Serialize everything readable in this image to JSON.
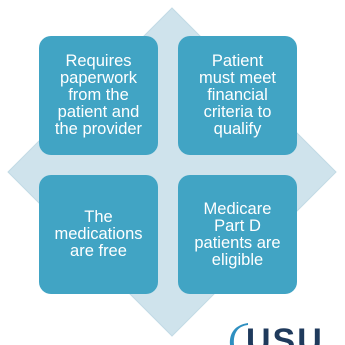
{
  "diagram": {
    "quadrants": [
      {
        "lines": [
          "Requires",
          "paperwork",
          "from the",
          "patient and",
          "the provider"
        ]
      },
      {
        "lines": [
          "Patient",
          "must meet",
          "financial",
          "criteria to",
          "qualify"
        ]
      },
      {
        "lines": [
          "The",
          "medications",
          "are free"
        ]
      },
      {
        "lines": [
          "Medicare",
          "Part D",
          "patients are",
          "eligible"
        ]
      }
    ]
  },
  "logo": {
    "text": "USU"
  },
  "colors": {
    "card": "#41a4c4",
    "diamond": "#cfe3ec",
    "logo_blue": "#1f3a5c",
    "logo_arc": "#2e8fc0"
  }
}
